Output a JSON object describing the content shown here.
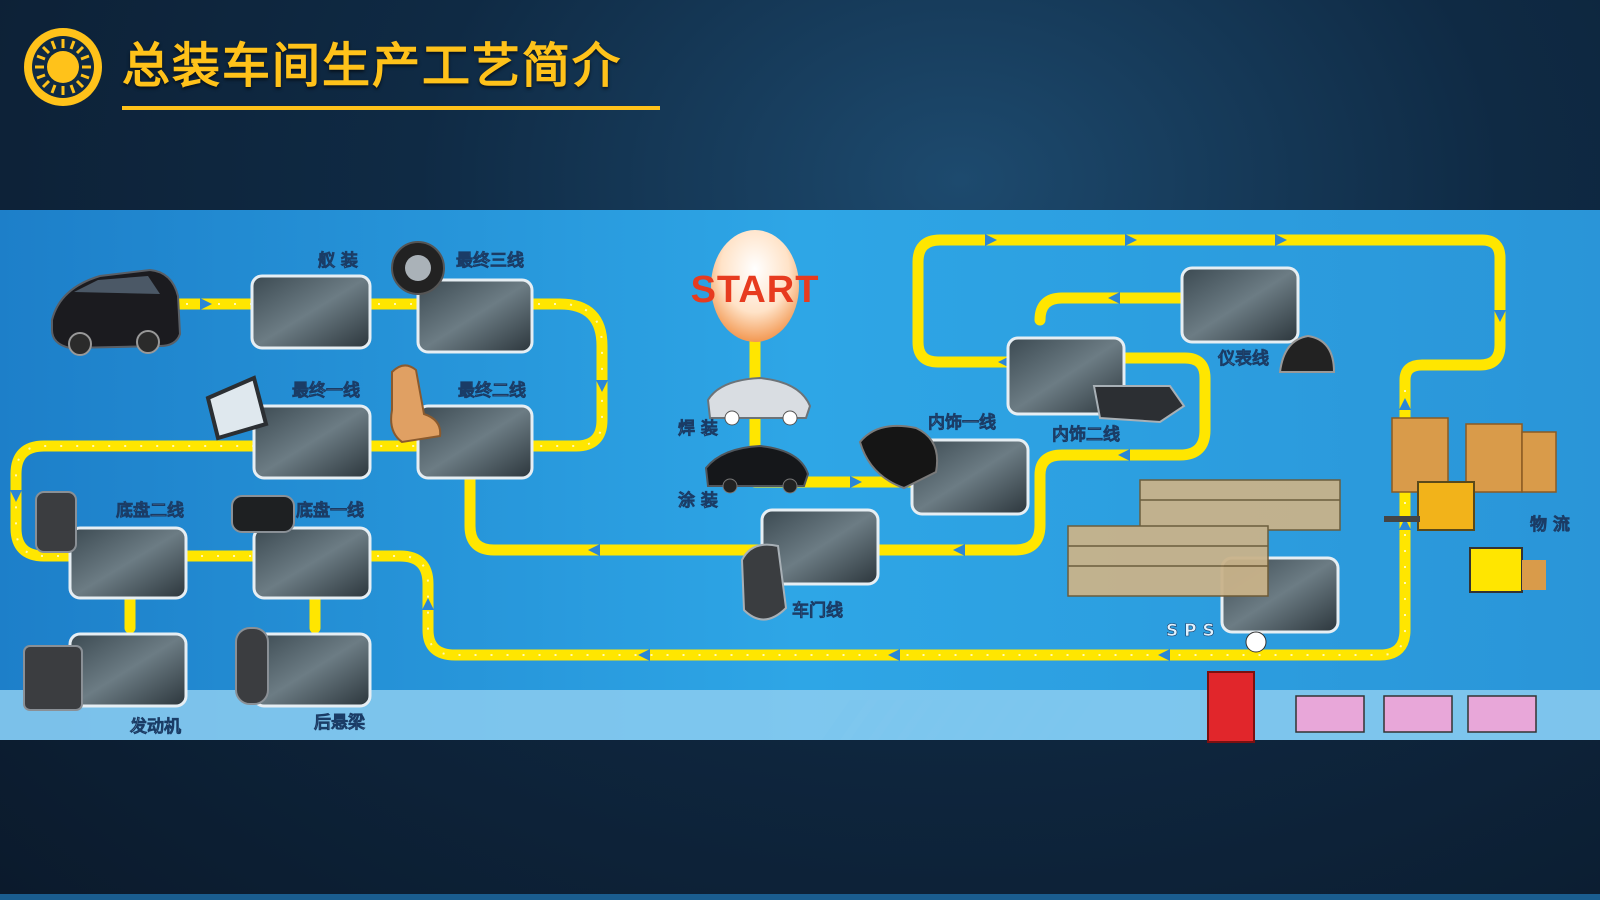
{
  "page": {
    "title": "总装车间生产工艺简介"
  },
  "colors": {
    "accent": "#ffc21a",
    "panel": "#2a9ee0",
    "belt": "#ffe600",
    "arrow": "#2b86d6",
    "start": "#e73b1f"
  },
  "start_label": "START",
  "stations": [
    {
      "id": "jian-zhuang",
      "label": "舣 装"
    },
    {
      "id": "zui-zhong-san",
      "label": "最终三线"
    },
    {
      "id": "zui-zhong-yi",
      "label": "最终一线"
    },
    {
      "id": "zui-zhong-er",
      "label": "最终二线"
    },
    {
      "id": "di-pan-er",
      "label": "底盘二线"
    },
    {
      "id": "di-pan-yi",
      "label": "底盘一线"
    },
    {
      "id": "fa-dong-ji",
      "label": "发动机"
    },
    {
      "id": "hou-xuan-jia",
      "label": "后悬梁"
    },
    {
      "id": "han-zhuang",
      "label": "焊 装"
    },
    {
      "id": "tu-zhuang",
      "label": "涂 装"
    },
    {
      "id": "che-men-xian",
      "label": "车门线"
    },
    {
      "id": "nei-shi-yi",
      "label": "内饰一线"
    },
    {
      "id": "nei-shi-er",
      "label": "内饰二线"
    },
    {
      "id": "yi-biao-xian",
      "label": "仪表线"
    },
    {
      "id": "sps",
      "label": "S P S"
    },
    {
      "id": "wu-liu",
      "label": "物 流"
    }
  ]
}
